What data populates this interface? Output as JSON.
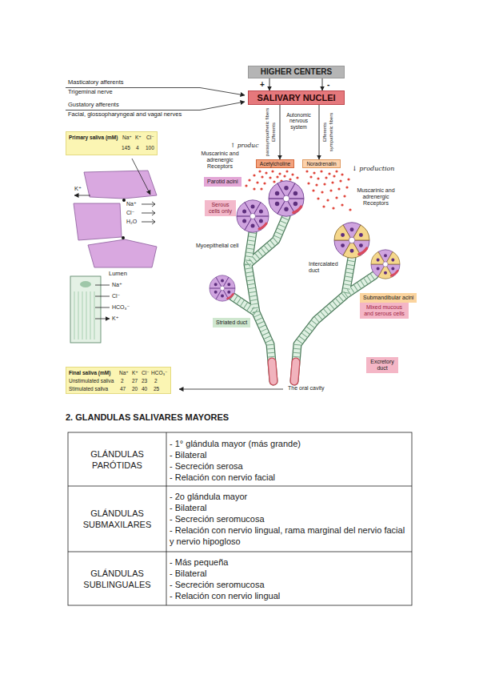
{
  "diagram": {
    "nodes": [
      {
        "text": [
          "HIGHER CENTERS"
        ]
      },
      {
        "text": [
          "SALIVARY NUCLEI"
        ]
      },
      {
        "text": [
          "Acetylcholine"
        ]
      },
      {
        "text": [
          "Noradrenalin"
        ]
      },
      {
        "text": [
          "Primary saliva (mM)",
          "Na⁺",
          "K⁺",
          "Cl⁻",
          "145",
          "4",
          "100"
        ]
      },
      {
        "text": [
          "Parotid acini"
        ]
      },
      {
        "text": [
          "Serous cells only"
        ]
      },
      {
        "text": [
          "Striated duct"
        ]
      },
      {
        "text": [
          "Submandibular acini"
        ]
      },
      {
        "text": [
          "Mixed mucous and serous cells"
        ]
      },
      {
        "text": [
          "Excretory duct"
        ]
      },
      {
        "text": [
          "Final saliva (mM)",
          "Na⁺",
          "K⁺",
          "Cl⁻",
          "HCO₃⁻",
          "Unstimulated saliva",
          "2",
          "27",
          "23",
          "2",
          "Stimulated saliva",
          "47",
          "20",
          "40",
          "25"
        ]
      }
    ],
    "edges": [
      {
        "from": 0,
        "to": 1,
        "arrow": "to",
        "label": "+"
      },
      {
        "from": 0,
        "to": 1,
        "arrow": "to",
        "label": "-"
      },
      {
        "from": 1,
        "to": 2,
        "arrow": "to"
      },
      {
        "from": 1,
        "to": 3,
        "arrow": "to"
      }
    ],
    "labels": [
      "Masticatory afferents",
      "Trigeminal nerve",
      "Gustatory afferents",
      "Facial, glossopharyngeal and vagal nerves",
      "parasympathetic fibers",
      "Efferents",
      "Autonomic nervous system",
      "Efferents",
      "sympathetic fibers",
      "↑ produc",
      "↓ production",
      "Muscarinic and adrenergic Receptors",
      "Muscarinic and adrenergic Receptors",
      "K⁺",
      "Na⁺",
      "Cl⁻",
      "H₂O",
      "Myoepithelial cell",
      "Intercalated duct",
      "Lumen",
      "Na⁺",
      "Cl⁻",
      "HCO₃⁻",
      "K⁺",
      "The oral cavity",
      "2. GLANDULAS SALIVARES MAYORES",
      "GLÁNDULAS PARÓTIDAS",
      "- 1° glándula mayor (más grande)",
      "- Bilateral",
      "- Secreción serosa",
      "- Relación con nervio facial",
      "GLÁNDULAS SUBMAXILARES",
      "- 2o glándula mayor",
      "- Bilateral",
      "- Secreción seromucosa",
      "- Relación con nervio lingual, rama marginal del nervio facial y nervio hipogloso",
      "GLÁNDULAS SUBLINGUALES",
      "- Más pequeña",
      "- Bilateral",
      "- Secreción seromucosa",
      "- Relación con nervio lingual"
    ]
  }
}
